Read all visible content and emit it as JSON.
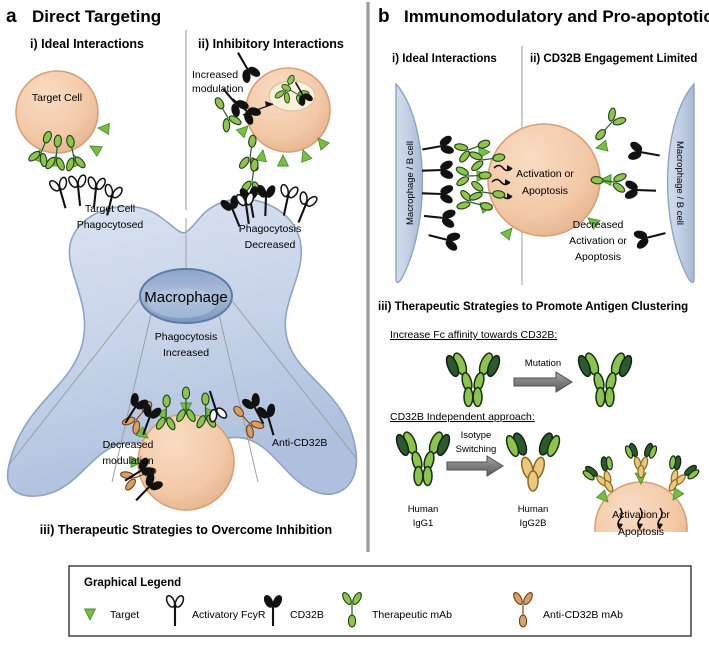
{
  "figure": {
    "panel_a": {
      "letter": "a",
      "title": "Direct Targeting",
      "sub_i": "i) Ideal Interactions",
      "sub_ii": "ii) Inhibitory Interactions",
      "sub_iii": "iii) Therapeutic Strategies to Overcome Inhibition",
      "labels": {
        "target_cell": "Target Cell",
        "target_cell_phagocytosed_1": "Target Cell",
        "target_cell_phagocytosed_2": "Phagocytosed",
        "increased_modulation_1": "Increased",
        "increased_modulation_2": "modulation",
        "phagocytosis_decreased_1": "Phagocytosis",
        "phagocytosis_decreased_2": "Decreased",
        "macrophage": "Macrophage",
        "phagocytosis_increased_1": "Phagocytosis",
        "phagocytosis_increased_2": "Increased",
        "decreased_modulation_1": "Decreased",
        "decreased_modulation_2": "modulation",
        "anti_cd32b": "Anti-CD32B"
      }
    },
    "panel_b": {
      "letter": "b",
      "title": "Immunomodulatory and Pro-apoptotic",
      "sub_i": "i) Ideal Interactions",
      "sub_ii": "ii) CD32B Engagement Limited",
      "sub_iii": "iii) Therapeutic Strategies to Promote Antigen Clustering",
      "labels": {
        "macrophage_bcell_left": "Macrophage / B cell",
        "macrophage_bcell_right": "Macrophage / B cell",
        "activation_1": "Activation or",
        "activation_2": "Apoptosis",
        "decreased_activation_1": "Decreased",
        "decreased_activation_2": "Activation or",
        "decreased_activation_3": "Apoptosis",
        "strategy_1_heading": "Increase Fc affinity towards CD32B:",
        "mutation_arrow": "Mutation",
        "strategy_2_heading": "CD32B Independent approach:",
        "isotype_1": "Isotype",
        "isotype_2": "Switching",
        "human_igg1_1": "Human",
        "human_igg1_2": "IgG1",
        "human_igg2b_1": "Human",
        "human_igg2b_2": "IgG2B",
        "cluster_activation_1": "Activation or",
        "cluster_activation_2": "Apoptosis"
      }
    },
    "legend": {
      "title": "Graphical Legend",
      "items": [
        {
          "icon": "target-triangle-icon",
          "label": "Target"
        },
        {
          "icon": "activatory-fcyr-icon",
          "label": "Activatory FcyR"
        },
        {
          "icon": "cd32b-icon",
          "label": "CD32B"
        },
        {
          "icon": "therapeutic-mab-icon",
          "label": "Therapeutic mAb"
        },
        {
          "icon": "anti-cd32b-mab-icon",
          "label": "Anti-CD32B mAb"
        }
      ]
    },
    "colors": {
      "target_cell_fill": "#F3C9A7",
      "target_cell_stroke": "#D8A079",
      "macrophage_fill": "#C6D3E8",
      "macrophage_stroke": "#8FA3C4",
      "nucleus_fill": "#9CB0D2",
      "nucleus_stroke": "#5F7BA8",
      "antibody_light_green": "#8FC44B",
      "antibody_dark_green": "#2C5A2C",
      "antibody_tan": "#EBC87C",
      "antibody_brown": "#BF7B3C",
      "cd32b_black": "#111111",
      "fcyr_white": "#FFFFFF",
      "target_green": "#77BE45",
      "divider_grey": "#9A9A9A",
      "arrow_grey": "#8C8C8C"
    }
  }
}
